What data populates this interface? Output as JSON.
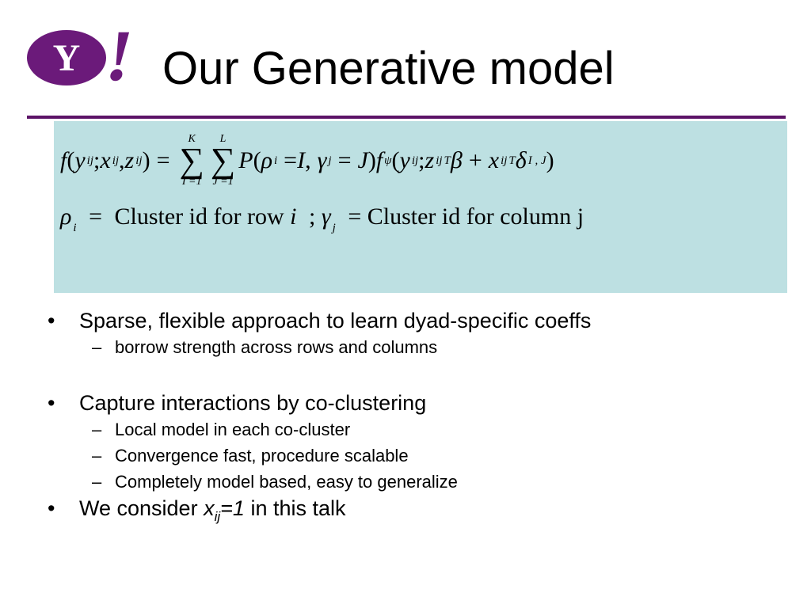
{
  "logo": {
    "letter": "Y",
    "exclaim": "!"
  },
  "title": "Our Generative model",
  "formula": {
    "line1": {
      "f": "f",
      "lp": "(",
      "y": "y",
      "ij": "ij",
      "semi": ";",
      "x": "x",
      "comma": ",",
      "z": "z",
      "rp": ")",
      "eq": "=",
      "sigma": "∑",
      "K": "K",
      "I1": "I =1",
      "L": "L",
      "J1": "J =1",
      "P": "P",
      "rho": "ρ",
      "i": "i",
      "I": "I",
      "gamma": "γ",
      "j": "j",
      "J": "J",
      "psi": "ψ",
      "T": "T",
      "beta": "β",
      "plus": "+",
      "delta": "δ",
      "IJ": "I , J"
    },
    "line2": {
      "rho": "ρ",
      "i_sub": "i",
      "eq": "=",
      "text1": "Cluster id for row",
      "i_var": "i",
      "semi": ";",
      "gamma": "γ",
      "j_sub": "j",
      "text2": "Cluster id for column j"
    }
  },
  "bullets": [
    {
      "text": "Sparse, flexible approach to learn dyad-specific coeffs",
      "subitems": [
        "borrow strength across rows and columns"
      ]
    },
    {
      "text": "Capture interactions by co-clustering",
      "subitems": [
        "Local model in each co-cluster",
        "Convergence fast, procedure scalable",
        "Completely model based, easy to generalize"
      ]
    },
    {
      "pre": "We consider ",
      "var": "x",
      "sub": "ij",
      "eqone": "=1",
      "post": " in this talk"
    }
  ],
  "bullet_glyph": "•",
  "dash_glyph": "–",
  "colors": {
    "accent": "#6b1a7a",
    "rule": "#5c1367",
    "formula_bg": "#bde0e2"
  }
}
